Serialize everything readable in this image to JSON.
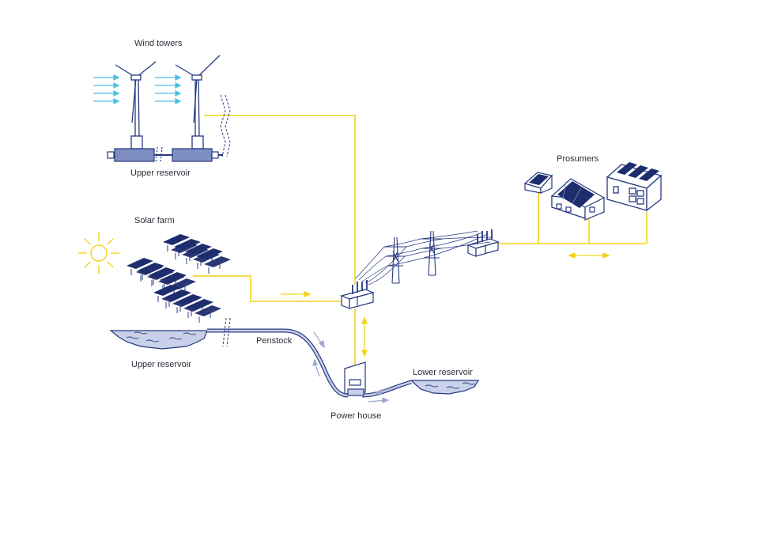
{
  "labels": {
    "wind_towers": "Wind towers",
    "upper_reservoir_wind": "Upper reservoir",
    "solar_farm": "Solar farm",
    "prosumers": "Prosumers",
    "penstock": "Penstock",
    "upper_reservoir": "Upper reservoir",
    "lower_reservoir": "Lower reservoir",
    "power_house": "Power house"
  },
  "colors": {
    "line_navy": "#283a80",
    "panel_navy": "#1e2d6e",
    "power_line_yellow": "#f2d31b",
    "water_fill": "#c9d1ea",
    "wind_arrow": "#4cc0e6",
    "flow_arrow": "#9ea7cc",
    "sun_yellow": "#f2d31b"
  },
  "icons": [
    "wind-turbine-icon",
    "sun-icon",
    "solar-panel-icon",
    "substation-icon",
    "transmission-tower-icon",
    "house-icon",
    "factory-icon",
    "power-house-icon",
    "reservoir-icon"
  ]
}
